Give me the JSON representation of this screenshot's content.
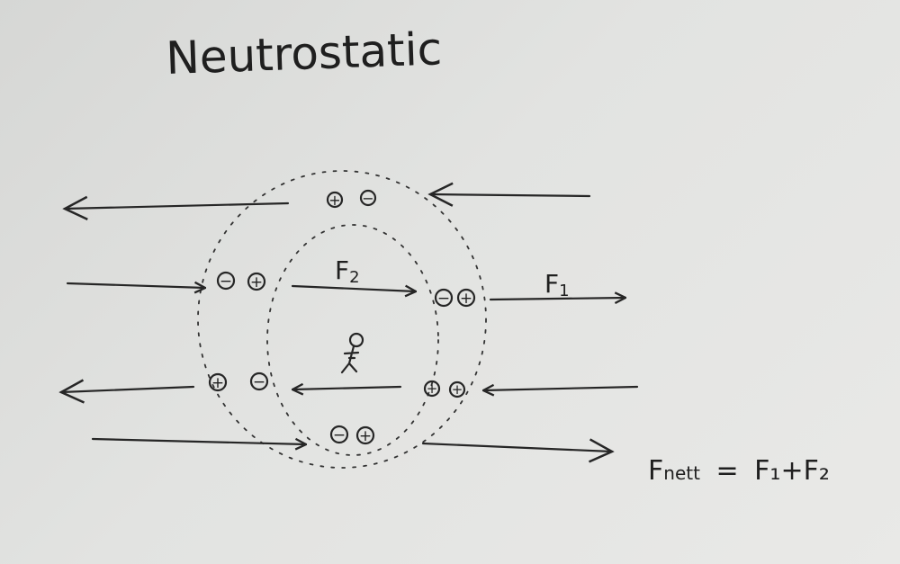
{
  "title": "Neutrostatic",
  "labels": {
    "f1": "F",
    "f1_sub": "1",
    "f2": "F",
    "f2_sub": "2"
  },
  "formula": {
    "lhs": "F",
    "lhs_sub": "nett",
    "eq": "=",
    "rhs": "F₁+F₂"
  },
  "charges": {
    "top": [
      "+",
      "−"
    ],
    "mid_left": [
      "−",
      "+"
    ],
    "mid_right": [
      "−",
      "+"
    ],
    "low_left": [
      "+",
      "−"
    ],
    "low_right": [
      "+",
      "+"
    ],
    "bottom": [
      "−",
      "+"
    ]
  },
  "colors": {
    "ink": "#262626",
    "paper": "#e2e3e1"
  }
}
